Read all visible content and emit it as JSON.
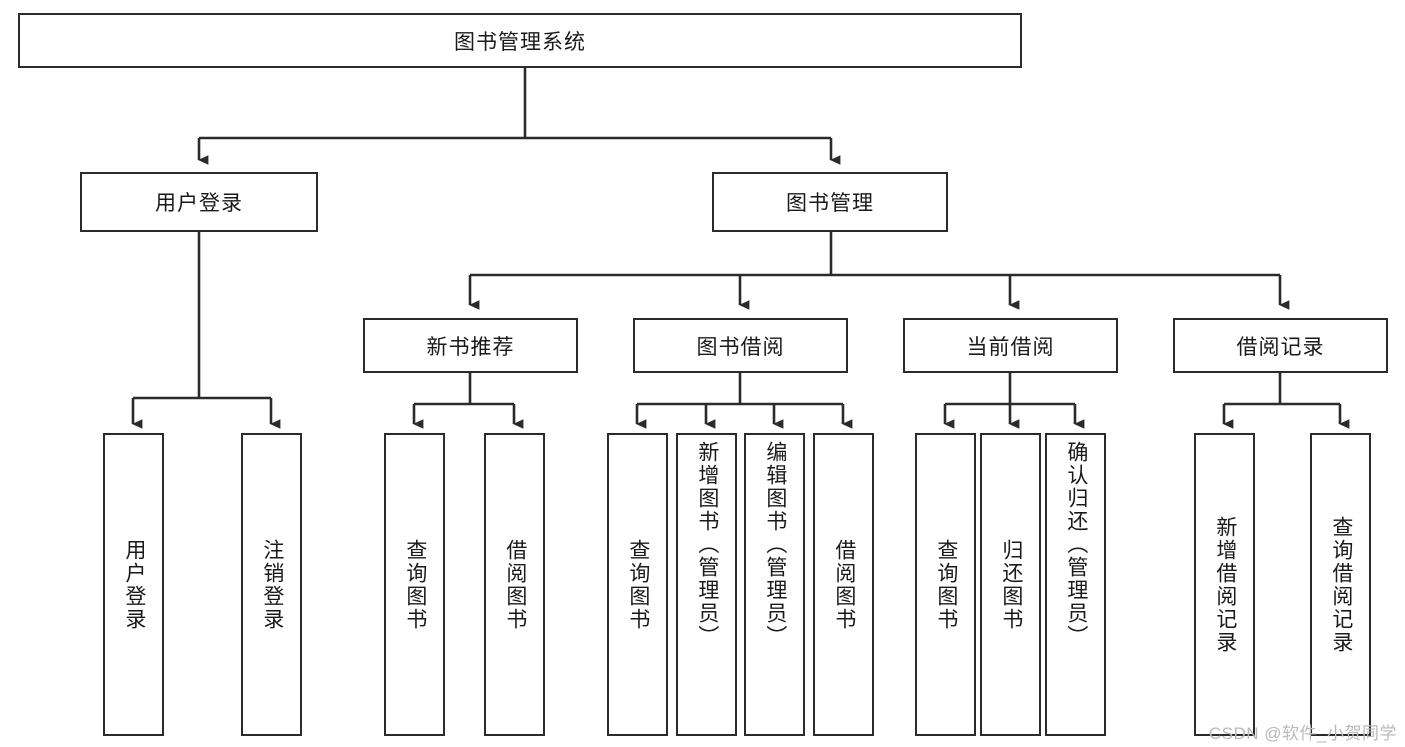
{
  "diagram": {
    "type": "tree-hierarchy",
    "title": "图书管理系统",
    "watermark": "CSDN @软件_小贺同学",
    "colors": {
      "stroke": "#2b2b2b",
      "fill": "#ffffff",
      "text": "#1a1a1a",
      "watermark": "#b9b9b9"
    },
    "levels": {
      "root": "图书管理系统",
      "level2": [
        "用户登录",
        "图书管理"
      ],
      "level3": [
        "新书推荐",
        "图书借阅",
        "当前借阅",
        "借阅记录"
      ]
    },
    "nodes": {
      "root": {
        "label": "图书管理系统"
      },
      "user_login": {
        "label": "用户登录"
      },
      "book_mgmt": {
        "label": "图书管理"
      },
      "new_book_rec": {
        "label": "新书推荐"
      },
      "book_borrow": {
        "label": "图书借阅"
      },
      "current_borrow": {
        "label": "当前借阅"
      },
      "borrow_record": {
        "label": "借阅记录"
      },
      "leaf_user_login": {
        "label": "用户登录"
      },
      "leaf_logout": {
        "label": "注销登录"
      },
      "leaf_query_book_1": {
        "label": "查询图书"
      },
      "leaf_borrow_book_1": {
        "label": "借阅图书"
      },
      "leaf_query_book_2": {
        "label": "查询图书"
      },
      "leaf_add_book": {
        "label": "新增图书（管理员）"
      },
      "leaf_edit_book": {
        "label": "编辑图书（管理员）"
      },
      "leaf_borrow_book_2": {
        "label": "借阅图书"
      },
      "leaf_query_book_3": {
        "label": "查询图书"
      },
      "leaf_return_book": {
        "label": "归还图书"
      },
      "leaf_confirm_return": {
        "label": "确认归还（管理员）"
      },
      "leaf_add_record": {
        "label": "新增借阅记录"
      },
      "leaf_query_record": {
        "label": "查询借阅记录"
      }
    },
    "tree": [
      {
        "id": "root",
        "label": "图书管理系统",
        "children": [
          {
            "id": "user_login",
            "label": "用户登录",
            "children": [
              {
                "id": "leaf_user_login",
                "label": "用户登录"
              },
              {
                "id": "leaf_logout",
                "label": "注销登录"
              }
            ]
          },
          {
            "id": "book_mgmt",
            "label": "图书管理",
            "children": [
              {
                "id": "new_book_rec",
                "label": "新书推荐",
                "children": [
                  {
                    "id": "leaf_query_book_1",
                    "label": "查询图书"
                  },
                  {
                    "id": "leaf_borrow_book_1",
                    "label": "借阅图书"
                  }
                ]
              },
              {
                "id": "book_borrow",
                "label": "图书借阅",
                "children": [
                  {
                    "id": "leaf_query_book_2",
                    "label": "查询图书"
                  },
                  {
                    "id": "leaf_add_book",
                    "label": "新增图书（管理员）"
                  },
                  {
                    "id": "leaf_edit_book",
                    "label": "编辑图书（管理员）"
                  },
                  {
                    "id": "leaf_borrow_book_2",
                    "label": "借阅图书"
                  }
                ]
              },
              {
                "id": "current_borrow",
                "label": "当前借阅",
                "children": [
                  {
                    "id": "leaf_query_book_3",
                    "label": "查询图书"
                  },
                  {
                    "id": "leaf_return_book",
                    "label": "归还图书"
                  },
                  {
                    "id": "leaf_confirm_return",
                    "label": "确认归还（管理员）"
                  }
                ]
              },
              {
                "id": "borrow_record",
                "label": "借阅记录",
                "children": [
                  {
                    "id": "leaf_add_record",
                    "label": "新增借阅记录"
                  },
                  {
                    "id": "leaf_query_record",
                    "label": "查询借阅记录"
                  }
                ]
              }
            ]
          }
        ]
      }
    ]
  }
}
